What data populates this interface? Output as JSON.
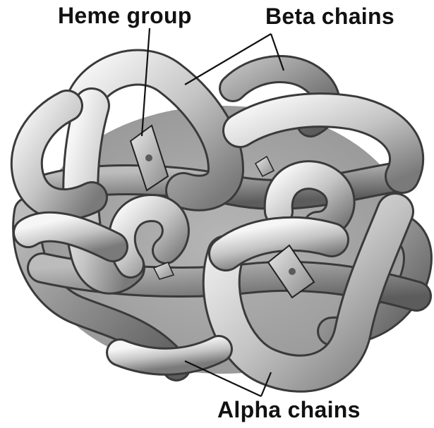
{
  "labels": {
    "heme_group": "Heme group",
    "beta_chains": "Beta chains",
    "alpha_chains": "Alpha chains"
  },
  "colors": {
    "background": "#ffffff",
    "tube_light": "#f4f4f4",
    "tube_mid": "#bdbdbd",
    "tube_dark": "#6f6f6f",
    "outline": "#3a3a3a",
    "leader_line": "#111111"
  },
  "icons": [
    "hemoglobin-molecule",
    "heme-plate"
  ]
}
